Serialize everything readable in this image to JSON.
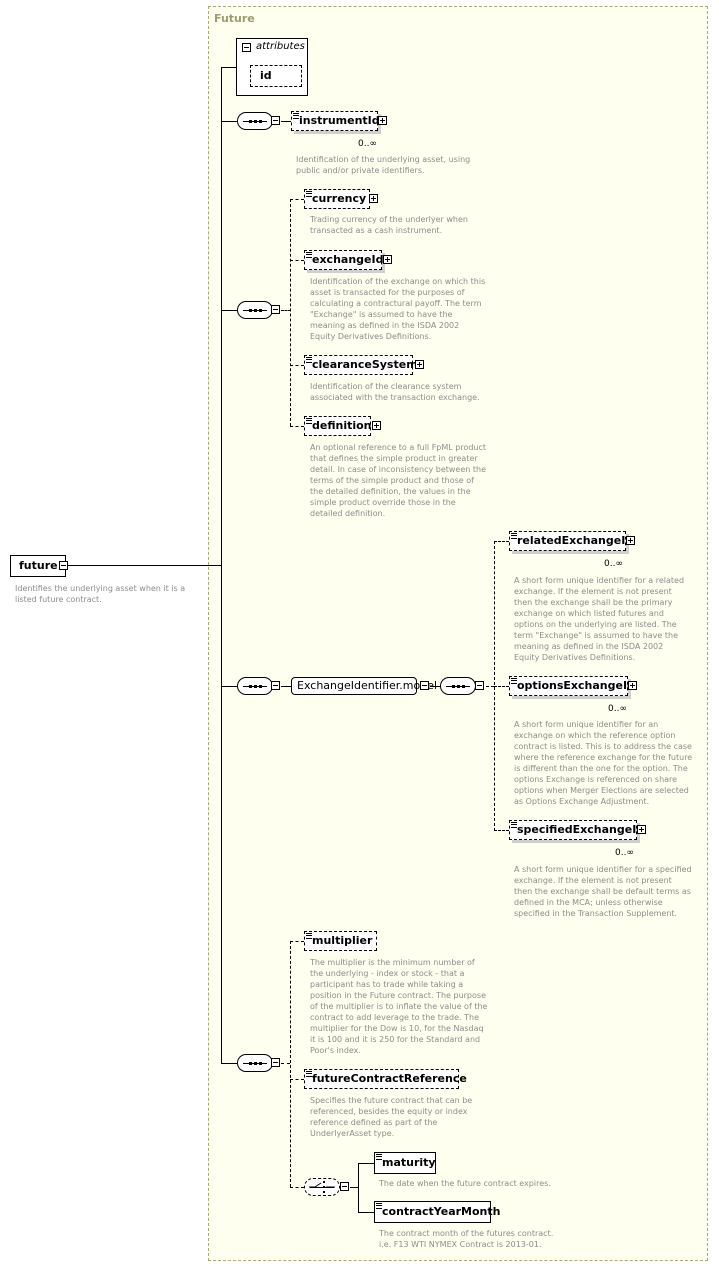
{
  "group_label": "Future",
  "root": {
    "name": "future",
    "description": "Identifies the underlying asset when it is a\nlisted future contract."
  },
  "attributes": {
    "title": "attributes",
    "items": [
      "id"
    ]
  },
  "instrumentId": {
    "name": "instrumentId",
    "cardinality": "0..∞",
    "description": "Identification of the underlying asset, using\npublic and/or private identifiers."
  },
  "currency": {
    "name": "currency",
    "description": "Trading currency of the underlyer when\ntransacted as a cash instrument."
  },
  "exchangeId": {
    "name": "exchangeId",
    "description": "Identification of the exchange on which this\nasset is transacted for the purposes of\ncalculating a contractural payoff. The term\n\"Exchange\" is assumed to have the\nmeaning as defined in the ISDA 2002\nEquity Derivatives Definitions."
  },
  "clearanceSystem": {
    "name": "clearanceSystem",
    "description": "Identification of the clearance system\nassociated with the transaction exchange."
  },
  "definition": {
    "name": "definition",
    "description": "An optional reference to a full FpML product\nthat defines the simple product in greater\ndetail. In case of inconsistency between the\nterms of the simple product and those of\nthe detailed definition, the values in the\nsimple product override those in the\ndetailed definition."
  },
  "exchangeIdentifierModel": {
    "name": "ExchangeIdentifier.model"
  },
  "relatedExchangeId": {
    "name": "relatedExchangeId",
    "cardinality": "0..∞",
    "description": "A short form unique identifier for a related\nexchange. If the element is not present\nthen the exchange shall be the primary\nexchange on which listed futures and\noptions on the underlying are listed. The\nterm \"Exchange\" is assumed to have the\nmeaning as defined in the ISDA 2002\nEquity Derivatives Definitions."
  },
  "optionsExchangeId": {
    "name": "optionsExchangeId",
    "cardinality": "0..∞",
    "description": "A short form unique identifier for an\nexchange on which the reference option\ncontract is listed. This is to address the case\nwhere the reference exchange for the future\nis different than the one for the option. The\noptions Exchange is referenced on share\noptions when Merger Elections are selected\nas Options Exchange Adjustment."
  },
  "specifiedExchangeId": {
    "name": "specifiedExchangeId",
    "cardinality": "0..∞",
    "description": "A short form unique identifier for a specified\nexchange. If the element is not present\nthen the exchange shall be default terms as\ndefined in the MCA; unless otherwise\nspecified in the Transaction Supplement."
  },
  "multiplier": {
    "name": "multiplier",
    "description": "The multiplier is the minimum number of\nthe underlying - index or stock - that a\nparticipant has to trade while taking a\nposition in the Future contract. The purpose\nof the multiplier is to inflate the value of the\ncontract to add leverage to the trade. The\nmultiplier for the Dow is 10, for the Nasdaq\nit is 100 and it is 250 for the Standard and\nPoor's index."
  },
  "futureContractReference": {
    "name": "futureContractReference",
    "description": "Specifies the future contract that can be\nreferenced, besides the equity or index\nreference defined as part of the\nUnderlyerAsset type."
  },
  "maturity": {
    "name": "maturity",
    "description": "The date when the future contract expires."
  },
  "contractYearMonth": {
    "name": "contractYearMonth",
    "description": "The contract month of the futures contract.\ni.e. F13 WTI NYMEX Contract is 2013-01."
  }
}
